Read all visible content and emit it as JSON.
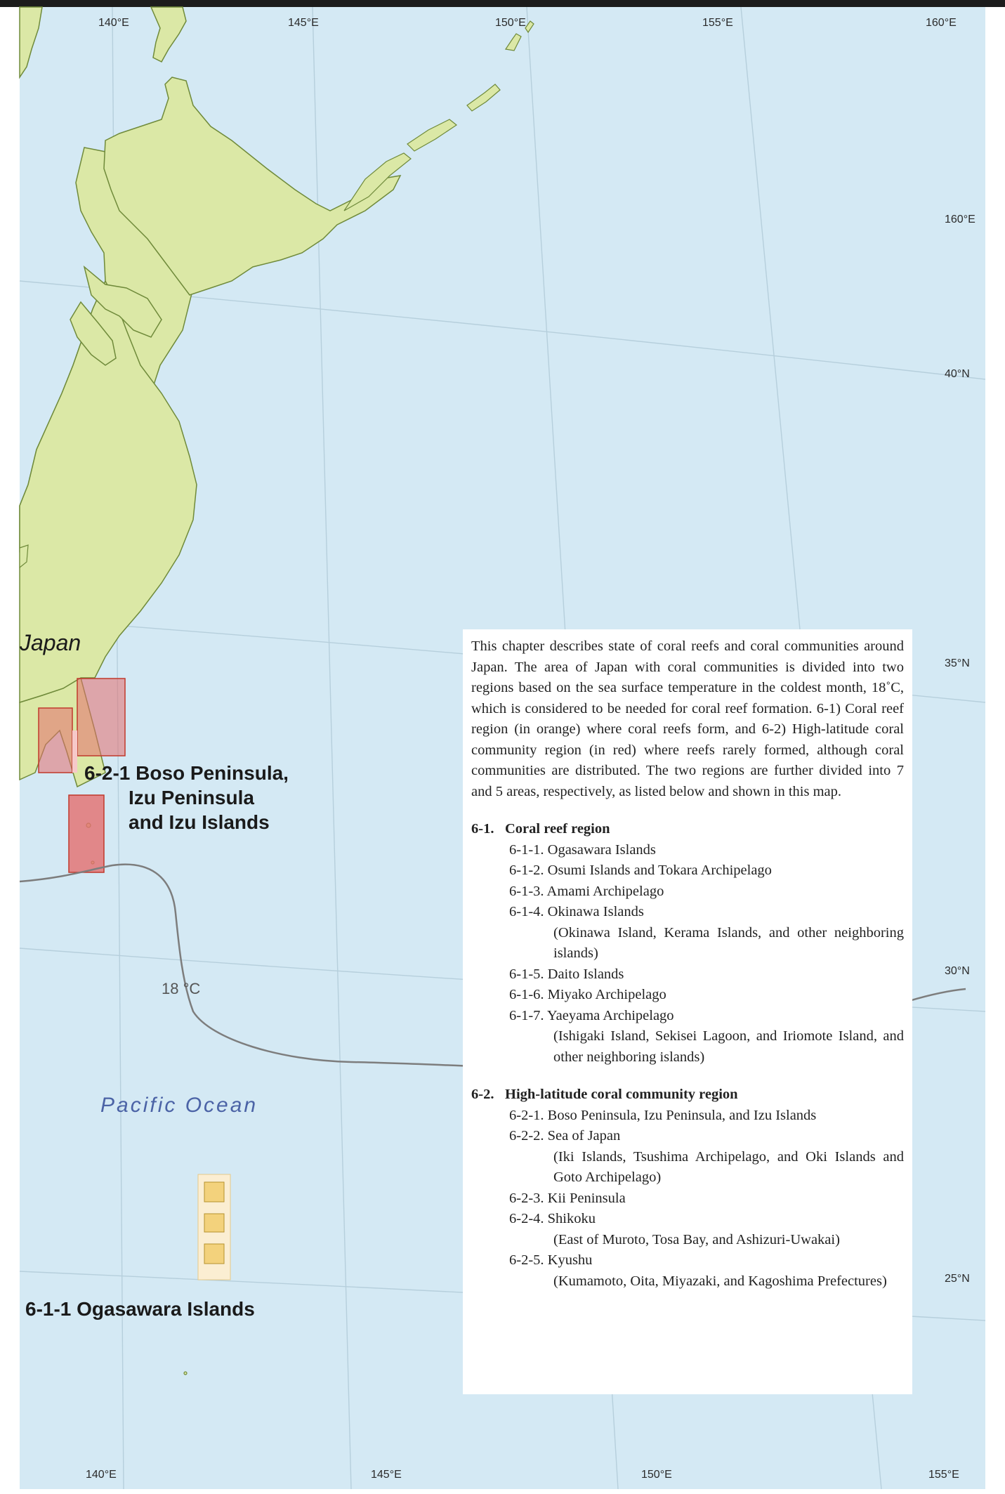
{
  "map": {
    "top_longitudes": [
      "140°E",
      "145°E",
      "150°E",
      "155°E",
      "160°E"
    ],
    "bottom_longitudes": [
      "140°E",
      "145°E",
      "150°E",
      "155°E"
    ],
    "right_labels": [
      "160°E",
      "40°N",
      "35°N",
      "30°N",
      "25°N"
    ],
    "isotherm_label": "18 °C",
    "country_label": "Japan",
    "ocean_label": "Pacific Ocean",
    "region_boso": [
      "6-2-1 Boso Peninsula,",
      "Izu Peninsula",
      "and Izu Islands"
    ],
    "region_ogasawara": "6-1-1 Ogasawara Islands",
    "colors": {
      "sea": "#d4e9f4",
      "land": "#dbe8a6",
      "coast": "#6f8a3a",
      "isotherm": "#7d7d7d",
      "high_latitude_region": "#e36e6e",
      "coral_reef_region": "#f3d27c",
      "graticule": "#b6cfdc"
    }
  },
  "text": {
    "intro": "This chapter describes state of coral reefs and coral communities around Japan. The area of Japan with coral communities is divided into two regions based on the sea surface temperature in the coldest month, 18˚C, which is considered to be needed for coral reef formation. 6-1) Coral reef region (in orange) where coral reefs form, and 6-2) High-latitude coral community region (in red) where reefs rarely formed, although coral communities are distributed. The two regions are further divided into 7 and 5 areas, respectively, as listed below and shown in this map.",
    "sections": [
      {
        "num": "6-1.",
        "title": "Coral reef region",
        "items": [
          {
            "label": "6-1-1. Ogasawara Islands"
          },
          {
            "label": "6-1-2. Osumi Islands and Tokara Archipelago"
          },
          {
            "label": "6-1-3. Amami Archipelago"
          },
          {
            "label": "6-1-4. Okinawa Islands",
            "sub": "(Okinawa Island, Kerama Islands, and other neighboring islands)"
          },
          {
            "label": "6-1-5. Daito Islands"
          },
          {
            "label": "6-1-6. Miyako Archipelago"
          },
          {
            "label": "6-1-7. Yaeyama Archipelago",
            "sub": "(Ishigaki Island, Sekisei Lagoon, and Iriomote Island, and other neighboring islands)"
          }
        ]
      },
      {
        "num": "6-2.",
        "title": "High-latitude coral community region",
        "items": [
          {
            "label": "6-2-1. Boso Peninsula, Izu Peninsula, and Izu Islands"
          },
          {
            "label": "6-2-2. Sea of Japan",
            "sub": "(Iki Islands, Tsushima Archipelago, and Oki Islands and Goto Archipelago)"
          },
          {
            "label": "6-2-3. Kii Peninsula"
          },
          {
            "label": "6-2-4. Shikoku",
            "sub": "(East of Muroto, Tosa Bay, and Ashizuri-Uwakai)"
          },
          {
            "label": "6-2-5. Kyushu",
            "sub": "(Kumamoto, Oita, Miyazaki, and Kagoshima Prefectures)"
          }
        ]
      }
    ]
  }
}
